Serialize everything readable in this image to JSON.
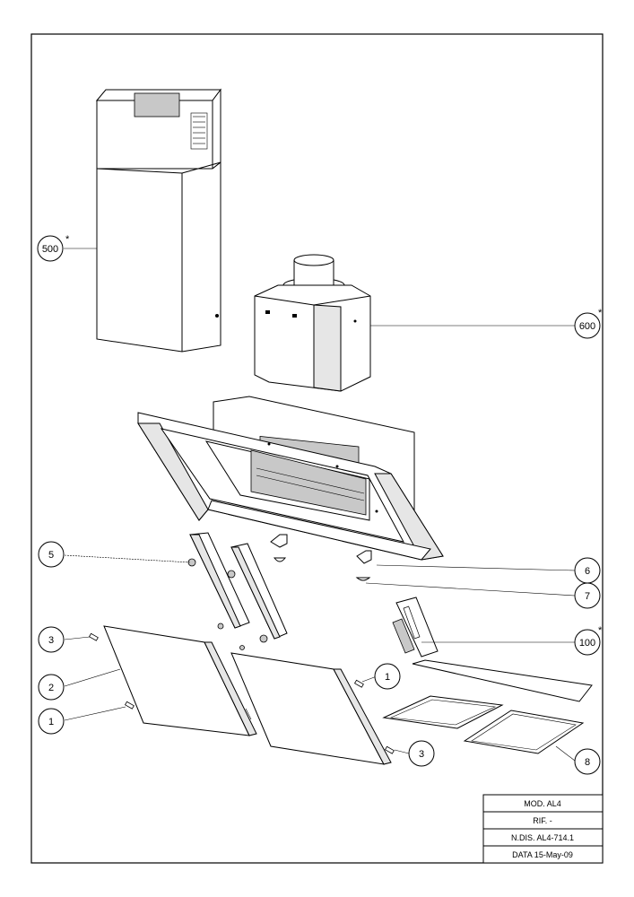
{
  "callouts": [
    {
      "key": "c500",
      "num": "500",
      "star": "*"
    },
    {
      "key": "c600",
      "num": "600",
      "star": "*"
    },
    {
      "key": "c5",
      "num": "5",
      "star": ""
    },
    {
      "key": "c6",
      "num": "6",
      "star": ""
    },
    {
      "key": "c7",
      "num": "7",
      "star": ""
    },
    {
      "key": "c100",
      "num": "100",
      "star": "*"
    },
    {
      "key": "c3a",
      "num": "3",
      "star": ""
    },
    {
      "key": "c2",
      "num": "2",
      "star": ""
    },
    {
      "key": "c1a",
      "num": "1",
      "star": ""
    },
    {
      "key": "c1b",
      "num": "1",
      "star": ""
    },
    {
      "key": "c3b",
      "num": "3",
      "star": ""
    },
    {
      "key": "c8",
      "num": "8",
      "star": ""
    }
  ],
  "title_block": {
    "model": "MOD. AL4",
    "ref": "RIF. -",
    "drawing_no": "N.DIS. AL4-714.1",
    "date": "DATA 15-May-09"
  }
}
